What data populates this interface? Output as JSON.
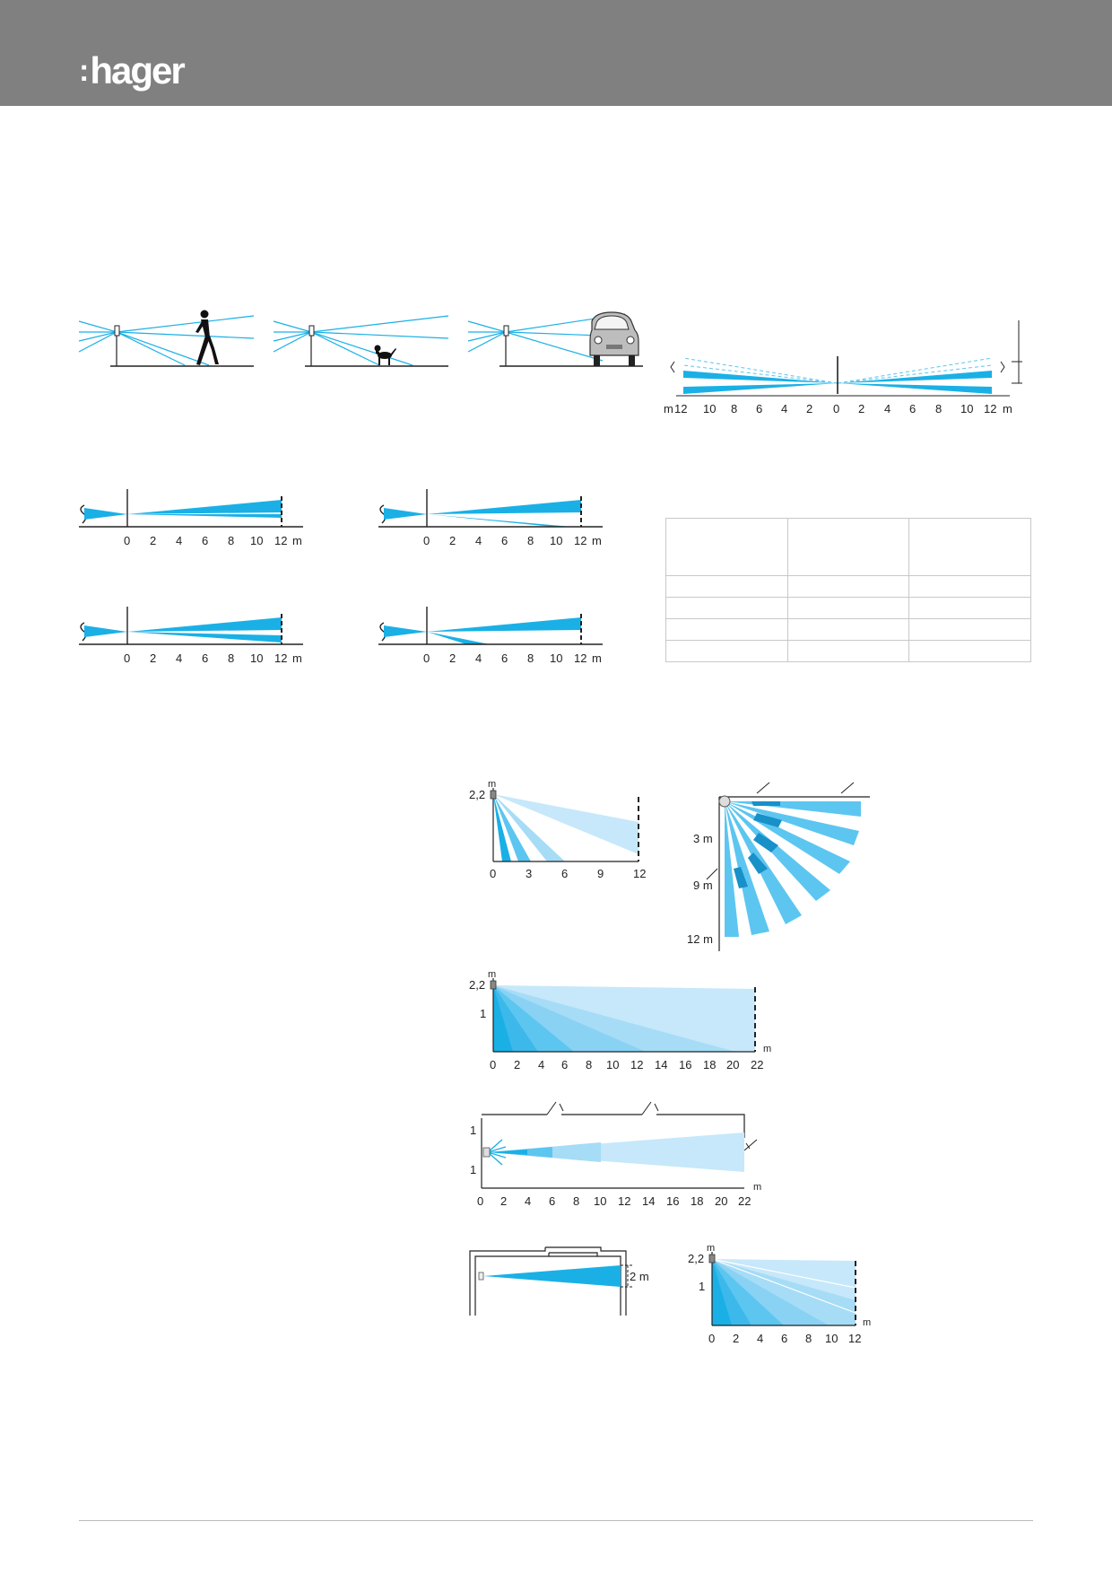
{
  "brand": {
    "logo_colon": ":",
    "logo_text": "hager",
    "header_color": "#808080"
  },
  "colors": {
    "beam": "#1ab0e6",
    "beam_mid": "#5cc6f0",
    "beam_light": "#a6dcf6",
    "beam_pale": "#c6e8fa",
    "beam_dark": "#1890c8"
  },
  "side_view_scale": {
    "unit_left": "m",
    "left_ticks": [
      "12",
      "10",
      "8",
      "6",
      "4",
      "2"
    ],
    "center_tick": "0",
    "right_ticks": [
      "2",
      "4",
      "6",
      "8",
      "10",
      "12"
    ],
    "unit_right": "m"
  },
  "range_diagrams": {
    "ticks": [
      "0",
      "2",
      "4",
      "6",
      "8",
      "10",
      "12"
    ],
    "unit": "m"
  },
  "diagram_a": {
    "unit": "m",
    "height_label": "2,2",
    "x_ticks": [
      "0",
      "3",
      "6",
      "9",
      "12"
    ]
  },
  "diagram_b": {
    "labels": [
      "3 m",
      "9 m",
      "12 m"
    ]
  },
  "diagram_c": {
    "unit": "m",
    "height_label": "2,2",
    "mid_label": "1",
    "x_ticks": [
      "0",
      "2",
      "4",
      "6",
      "8",
      "10",
      "12",
      "14",
      "16",
      "18",
      "20",
      "22"
    ],
    "x_unit": "m"
  },
  "diagram_d": {
    "upper_label": "1",
    "lower_label": "1",
    "x_ticks": [
      "0",
      "2",
      "4",
      "6",
      "8",
      "10",
      "12",
      "14",
      "16",
      "18",
      "20",
      "22"
    ],
    "x_unit": "m"
  },
  "diagram_e": {
    "dim_label": "2 m"
  },
  "diagram_f": {
    "unit": "m",
    "height_label": "2,2",
    "mid_label": "1",
    "x_ticks": [
      "0",
      "2",
      "4",
      "6",
      "8",
      "10",
      "12"
    ],
    "x_unit": "m"
  }
}
